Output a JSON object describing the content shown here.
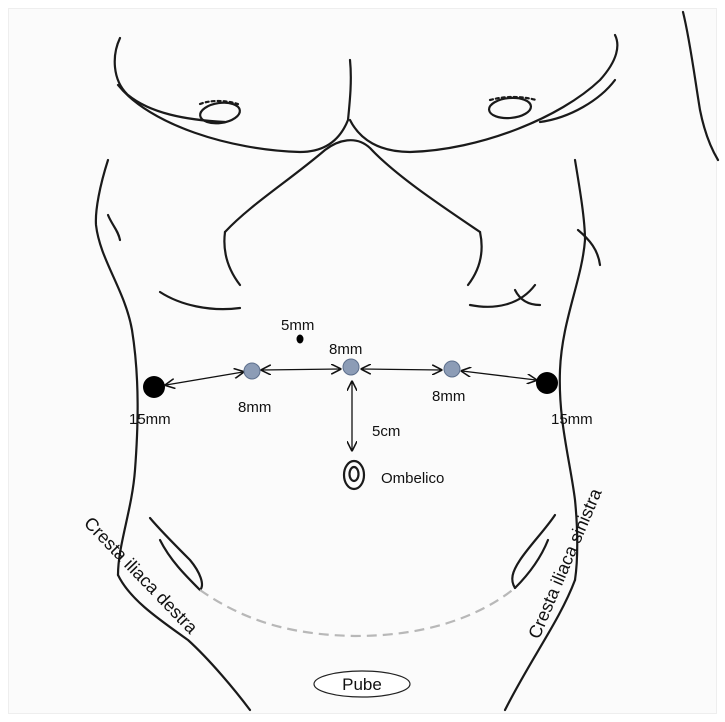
{
  "labels": {
    "port_top_small": "5mm",
    "port_center": "8mm",
    "port_right_mid": "8mm",
    "port_left_mid": "8mm",
    "port_right_large": "15mm",
    "port_left_large": "15mm",
    "distance_to_umbilicus": "5cm",
    "umbilicus": "Ombelico",
    "right_iliac_crest": "Cresta iliaca destra",
    "left_iliac_crest": "Cresta iliaca sinistra",
    "pubis": "Pube"
  },
  "colors": {
    "outline": "#1a1a1a",
    "port_small_fill": "#8c9cb6",
    "port_small_stroke": "#5d6f8c",
    "port_large_fill": "#000000",
    "dashed_line": "#b8b8b8"
  }
}
